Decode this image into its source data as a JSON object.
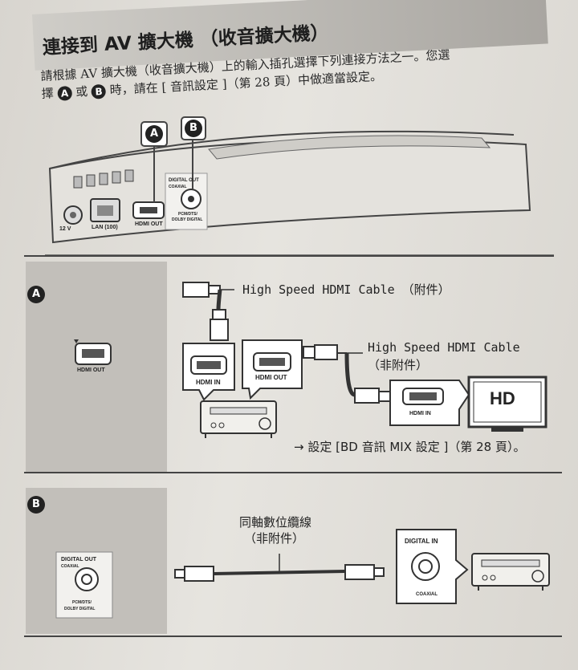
{
  "header": {
    "title": "連接到 AV 擴大機 （收音擴大機）",
    "intro_line1": "請根據 AV 擴大機（收音擴大機）上的輸入插孔選擇下列連接方法之一。您選",
    "intro_line2_pre": "擇",
    "intro_line2_or": "或",
    "intro_line2_post": "時，請在 [ 音訊設定 ]（第 28 頁）中做適當設定。"
  },
  "markers": {
    "a": "A",
    "b": "B"
  },
  "player": {
    "port_12v": "12 V",
    "port_lan": "LAN (100)",
    "port_hdmi_out": "HDMI OUT",
    "digital_out": "DIGITAL OUT",
    "coaxial": "COAXIAL",
    "pcm1": "PCM/DTS/",
    "pcm2": "DOLBY DIGITAL"
  },
  "section_a": {
    "label": "A",
    "left_port": "HDMI OUT",
    "cable1": "High Speed HDMI Cable （附件）",
    "cable2_line1": "High Speed HDMI Cable",
    "cable2_line2": "（非附件）",
    "amp_in": "HDMI IN",
    "amp_out": "HDMI OUT",
    "tv_in": "HDMI IN",
    "tv_label": "HD",
    "note": "→ 設定 [BD 音訊 MIX 設定 ]（第 28 頁）。"
  },
  "section_b": {
    "label": "B",
    "left_digital_out": "DIGITAL OUT",
    "left_coaxial": "COAXIAL",
    "left_pcm1": "PCM/DTS/",
    "left_pcm2": "DOLBY DIGITAL",
    "cable_line1": "同軸數位纜線",
    "cable_line2": "（非附件）",
    "digital_in": "DIGITAL IN",
    "coaxial_in": "COAXIAL"
  },
  "colors": {
    "section_bg": "#c2bfba",
    "ink": "#222222"
  }
}
